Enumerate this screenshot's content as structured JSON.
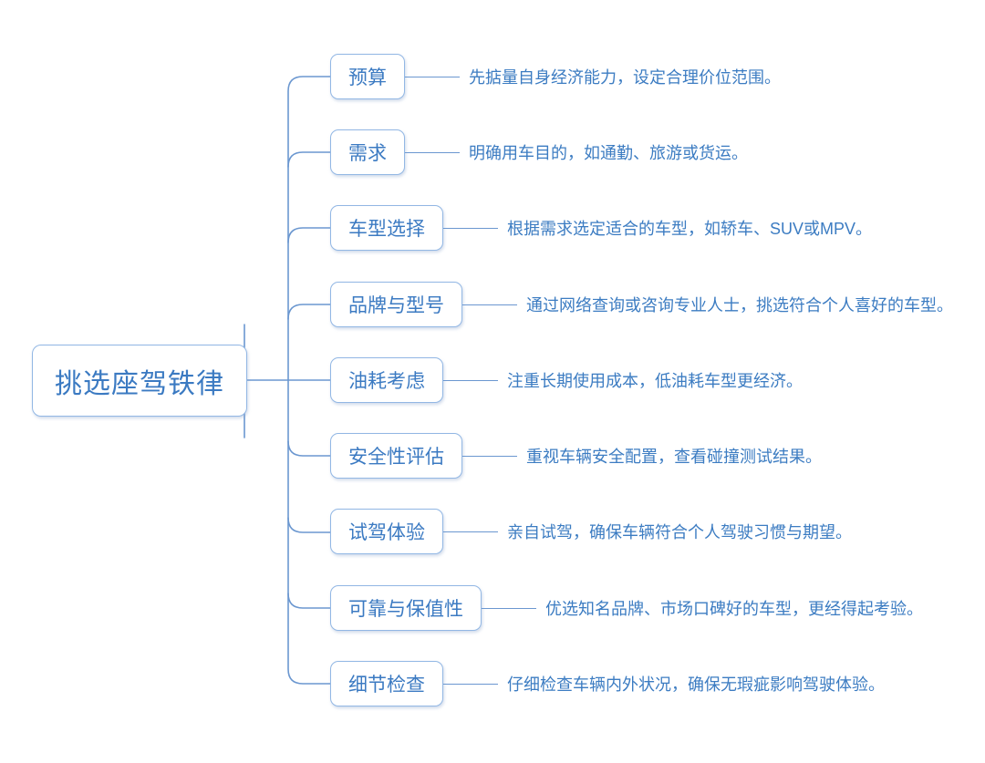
{
  "root": {
    "label": "挑选座驾铁律"
  },
  "branches": [
    {
      "label": "预算",
      "desc": "先掂量自身经济能力，设定合理价位范围。"
    },
    {
      "label": "需求",
      "desc": "明确用车目的，如通勤、旅游或货运。"
    },
    {
      "label": "车型选择",
      "desc": "根据需求选定适合的车型，如轿车、SUV或MPV。"
    },
    {
      "label": "品牌与型号",
      "desc": "通过网络查询或咨询专业人士，挑选符合个人喜好的车型。"
    },
    {
      "label": "油耗考虑",
      "desc": "注重长期使用成本，低油耗车型更经济。"
    },
    {
      "label": "安全性评估",
      "desc": "重视车辆安全配置，查看碰撞测试结果。"
    },
    {
      "label": "试驾体验",
      "desc": "亲自试驾，确保车辆符合个人驾驶习惯与期望。"
    },
    {
      "label": "可靠与保值性",
      "desc": "优选知名品牌、市场口碑好的车型，更经得起考验。"
    },
    {
      "label": "细节检查",
      "desc": "仔细检查车辆内外状况，确保无瑕疵影响驾驶体验。"
    }
  ],
  "colors": {
    "node_border": "#92b7e4",
    "node_text": "#3b7ac2",
    "desc_text": "#3c7cc2",
    "connector_line": "#6b97d0",
    "background": "#ffffff"
  }
}
